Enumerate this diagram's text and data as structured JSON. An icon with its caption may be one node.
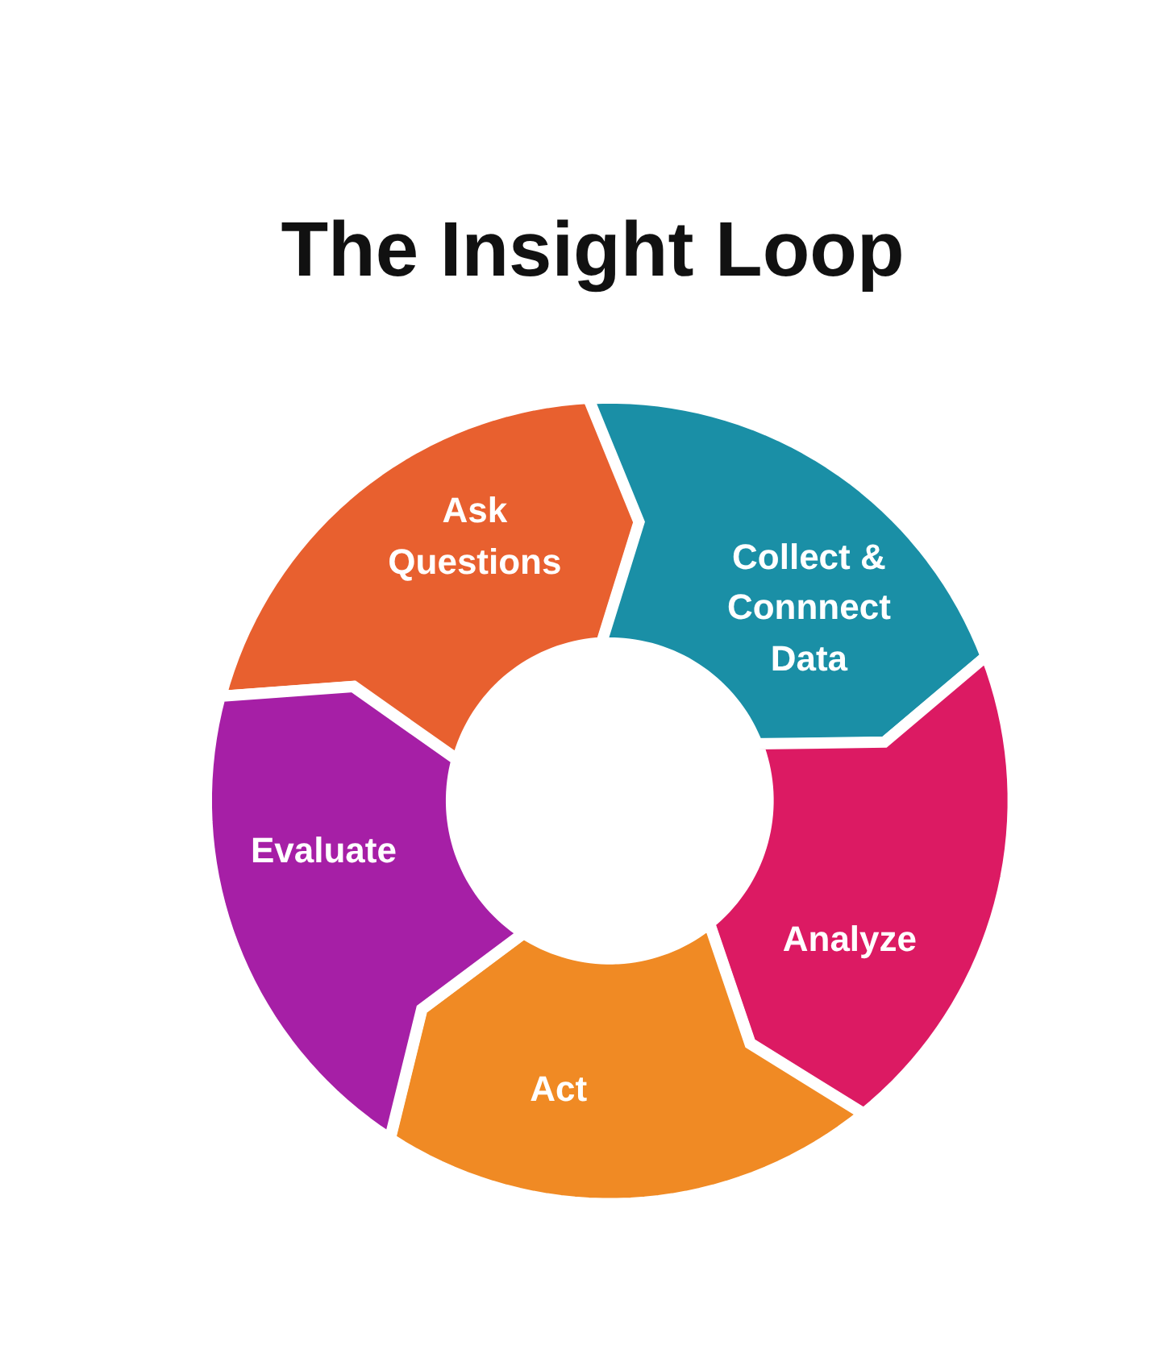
{
  "diagram": {
    "title": "The Insight Loop",
    "nodes": [
      {
        "text": [
          "Ask Questions"
        ]
      },
      {
        "text": [
          "Collect & Connnect Data"
        ]
      },
      {
        "text": [
          "Analyze"
        ]
      },
      {
        "text": [
          "Act"
        ]
      },
      {
        "text": [
          "Evaluate"
        ]
      }
    ]
  }
}
